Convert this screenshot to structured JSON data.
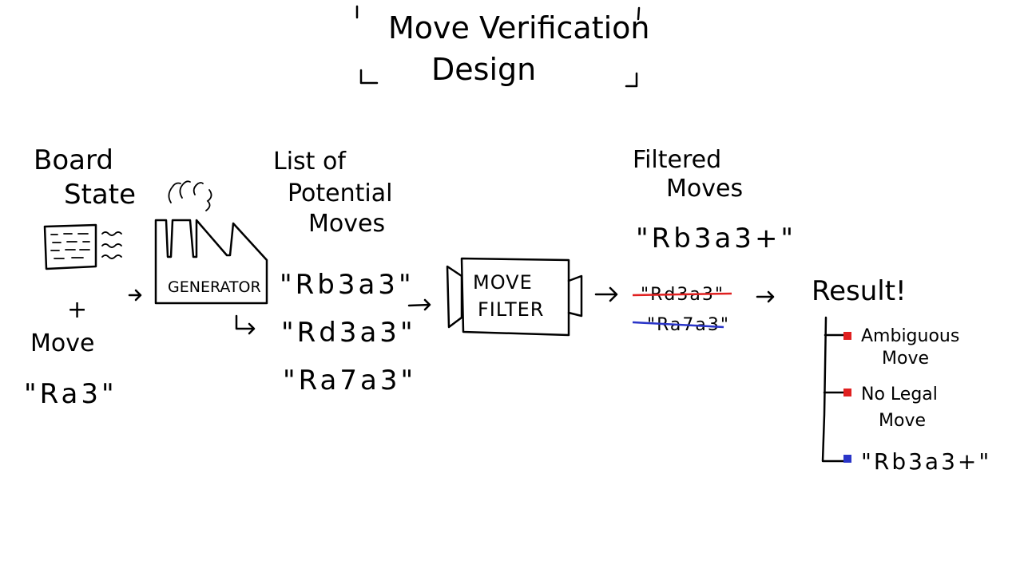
{
  "title": {
    "line1": "Move Verification",
    "line2": "Design"
  },
  "board_state": {
    "line1": "Board",
    "line2": "State"
  },
  "plus": "+",
  "move_input": {
    "label": "Move",
    "value": "\"Ra3\""
  },
  "generator": {
    "label": "GENERATOR"
  },
  "potential_moves": {
    "heading_line1": "List of",
    "heading_line2": "Potential",
    "heading_line3": "Moves",
    "items": [
      "\"Rb3a3\"",
      "\"Rd3a3\"",
      "\"Ra7a3\""
    ]
  },
  "move_filter": {
    "line1": "MOVE",
    "line2": "FILTER"
  },
  "filtered_moves": {
    "heading_line1": "Filtered",
    "heading_line2": "Moves",
    "kept": "\"Rb3a3+\"",
    "struck": [
      {
        "text": "\"Rd3a3\"",
        "strike_color": "#e02020"
      },
      {
        "text": "\"Ra7a3\"",
        "strike_color": "#2a35c8"
      }
    ]
  },
  "result": {
    "heading": "Result!",
    "branches": [
      {
        "line1": "Ambiguous",
        "line2": "Move",
        "marker_color": "#e02020",
        "marker_icon": "square-marker"
      },
      {
        "line1": "No Legal",
        "line2": "Move",
        "marker_color": "#e02020",
        "marker_icon": "square-marker"
      },
      {
        "line1": "\"Rb3a3+\"",
        "line2": "",
        "marker_color": "#2a35c8",
        "marker_icon": "square-marker"
      }
    ]
  },
  "colors": {
    "ink": "#000000",
    "red": "#e02020",
    "blue": "#2a35c8",
    "background": "#ffffff"
  }
}
